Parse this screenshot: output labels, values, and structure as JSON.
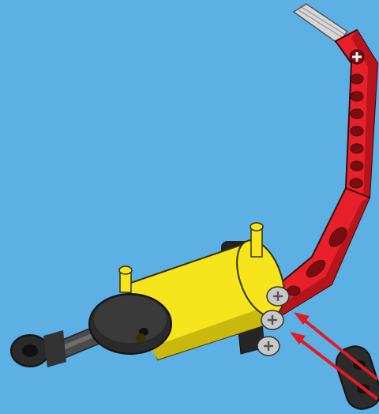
{
  "scene": {
    "background_color": "#5cb0e4",
    "parts": [
      {
        "name": "bent-liftarm",
        "color": "#e8202a"
      },
      {
        "name": "pneumatic-cylinder",
        "color": "#f6e41c"
      },
      {
        "name": "axle-pins",
        "color": "#c8c8c8"
      },
      {
        "name": "connector-block",
        "color": "#2b2b2b"
      },
      {
        "name": "grey-axle",
        "color": "#d0d0d0"
      }
    ],
    "arrows": {
      "count": 2,
      "color": "#e01b22"
    }
  }
}
